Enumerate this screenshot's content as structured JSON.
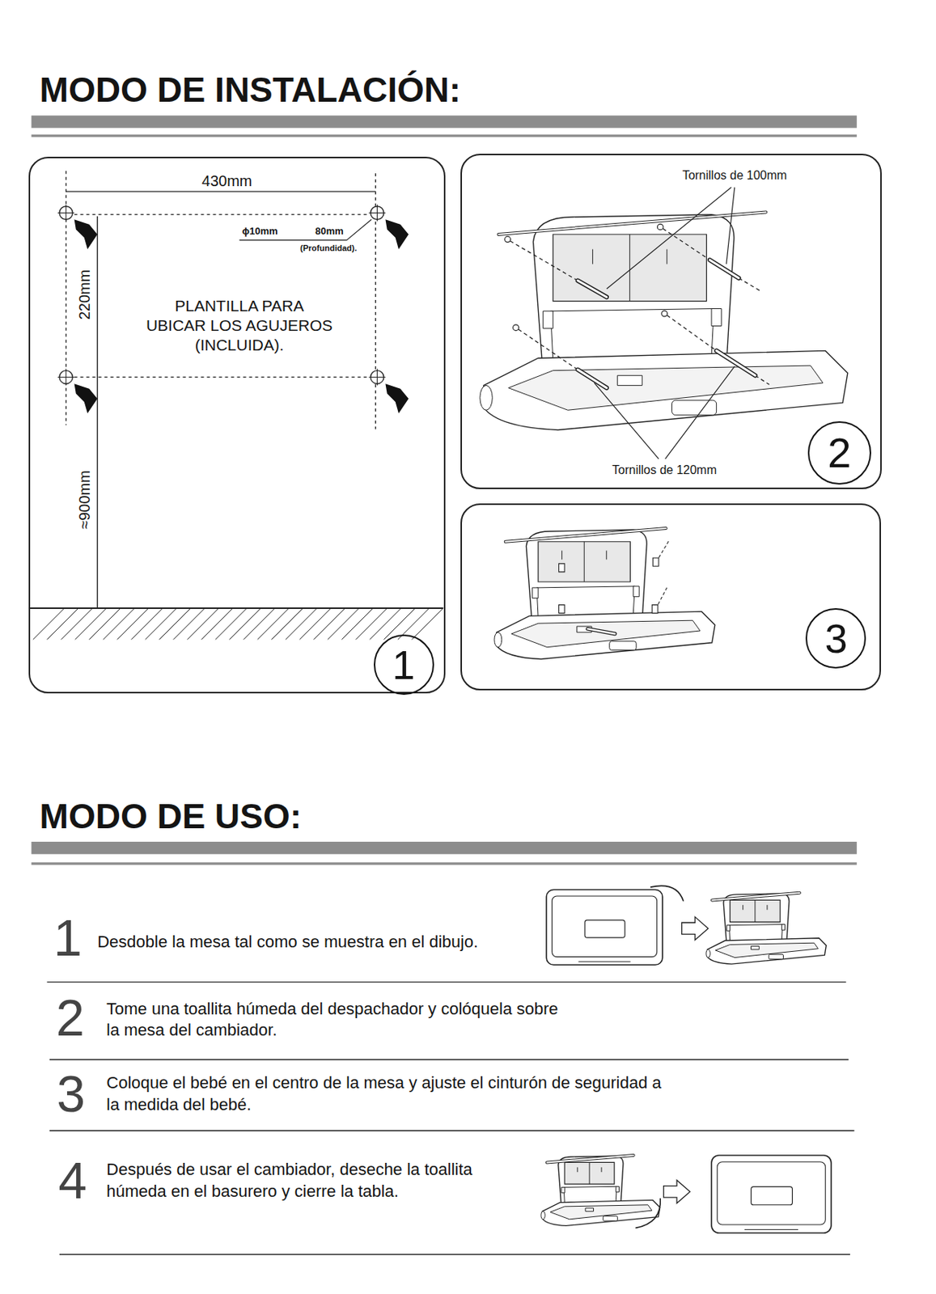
{
  "diagram": {
    "title": "MODO DE INSTALACIÓN:",
    "nodes": [
      {
        "text": [
          "PLANTILLA PARA UBICAR LOS AGUJEROS (INCLUIDA).",
          "1"
        ]
      },
      {
        "text": [
          "Tornillos de 100mm",
          "Tornillos de 120mm",
          "2"
        ]
      },
      {
        "text": [
          "3"
        ]
      }
    ],
    "labels": [
      "430mm",
      "ϕ10mm",
      "80mm",
      "(Profundidad).",
      "220mm",
      "≈900mm",
      "MODO DE USO:",
      "1",
      "Desdoble la mesa tal como se muestra en el dibujo.",
      "2",
      "Tome una toallita húmeda del despachador y colóquela sobre la mesa del cambiador.",
      "3",
      "Coloque el bebé en el centro de la mesa y ajuste el cinturón de seguridad a la medida del bebé.",
      "4",
      "Después de usar el cambiador, deseche la toallita húmeda en el basurero y cierre la tabla."
    ]
  }
}
